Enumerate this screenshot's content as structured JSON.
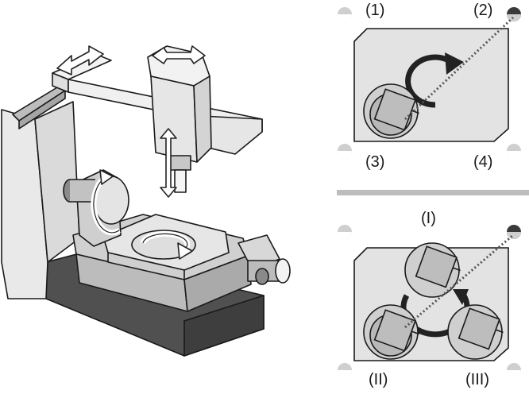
{
  "labels": {
    "top_positions": [
      "(1)",
      "(2)",
      "(3)",
      "(4)"
    ],
    "bottom_positions": [
      "(I)",
      "(II)",
      "(III)"
    ]
  },
  "colors": {
    "stroke": "#1a1a1a",
    "light_gray": "#e3e3e3",
    "mid_gray": "#bdbdbd",
    "dark_gray": "#9e9e9e",
    "base_dark": "#505050",
    "separator": "#bdbdbd"
  },
  "icons": [
    "rotation-arrow-icon",
    "linear-arrow-icon",
    "spherical-probe-icon",
    "measurement-line-icon"
  ]
}
